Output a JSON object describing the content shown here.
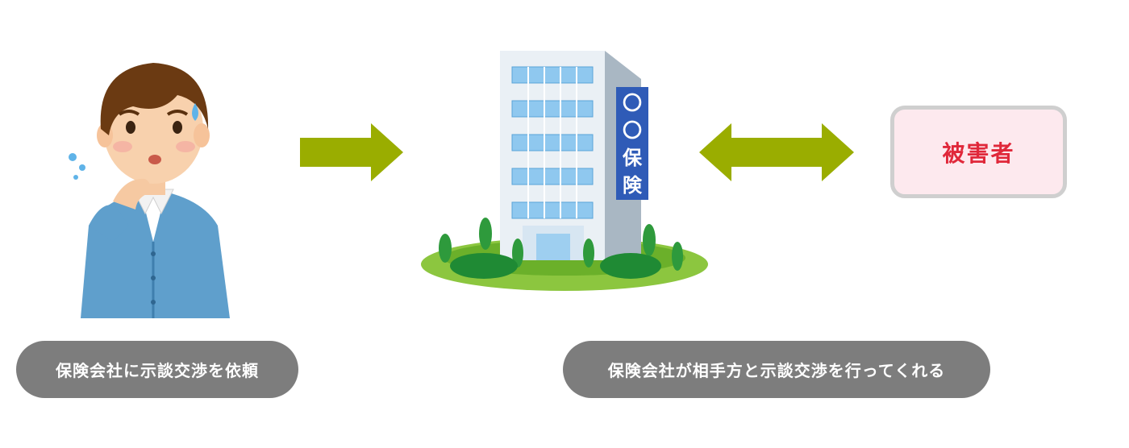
{
  "steps": {
    "consult_label": "保険会社に示談交渉を依頼",
    "negotiate_label": "保険会社が相手方と示談交渉を行ってくれる"
  },
  "insurance_company": {
    "sign_text": [
      "〇",
      "〇",
      "保",
      "険"
    ]
  },
  "victim": {
    "label": "被害者"
  },
  "colors": {
    "arrow": "#9aad00",
    "pill": "#7d7d7d",
    "victim_text": "#e0283a",
    "victim_bg": "#fde9ee",
    "sign_bg": "#2f5bb7"
  }
}
